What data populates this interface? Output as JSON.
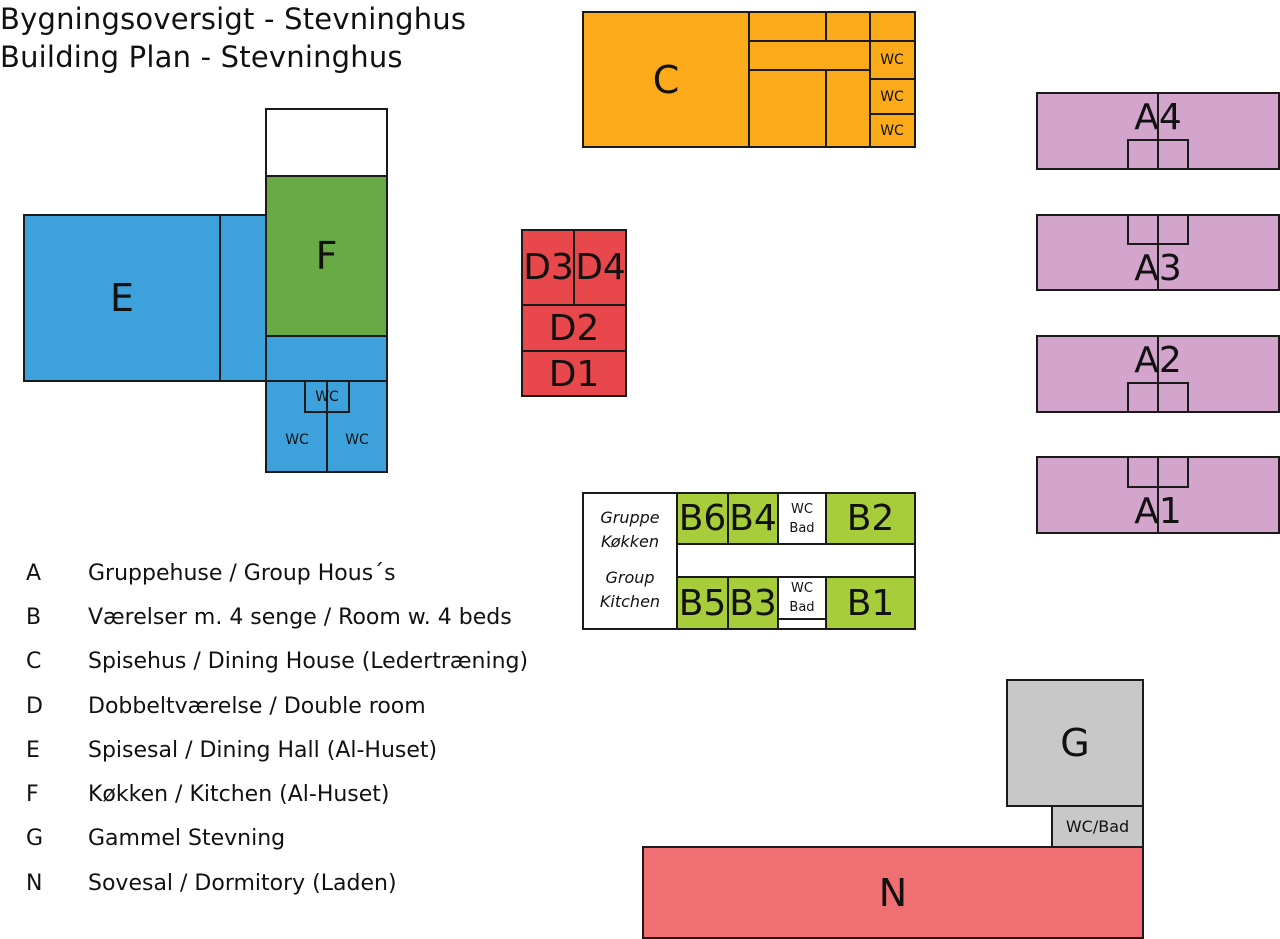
{
  "title": {
    "line1": "Bygningsoversigt - Stevninghus",
    "line2": "Building Plan  - Stevninghus"
  },
  "colors": {
    "A": "#d3a5cc",
    "B": "#a8cd3b",
    "C": "#fbab1a",
    "D": "#e8474b",
    "E": "#3da2dc",
    "F": "#6aaa44",
    "G": "#c8c8c8",
    "N": "#f06f73"
  },
  "buildings": {
    "C": "C",
    "E": "E",
    "F": "F",
    "G": "G",
    "N": "N",
    "A1": "A1",
    "A2": "A2",
    "A3": "A3",
    "A4": "A4",
    "D1": "D1",
    "D2": "D2",
    "D3": "D3",
    "D4": "D4",
    "B1": "B1",
    "B2": "B2",
    "B3": "B3",
    "B4": "B4",
    "B5": "B5",
    "B6": "B6"
  },
  "rooms": {
    "wc": "WC",
    "bad": "Bad",
    "wc_bad": "WC/Bad",
    "gruppe": "Gruppe",
    "kokken": "Køkken",
    "group": "Group",
    "kitchen": "Kitchen"
  },
  "legend": [
    {
      "key": "A",
      "text": "Gruppehuse / Group Hous´s"
    },
    {
      "key": "B",
      "text": "Værelser m. 4 senge / Room w. 4 beds"
    },
    {
      "key": "C",
      "text": "Spisehus / Dining House (Ledertræning)"
    },
    {
      "key": "D",
      "text": "Dobbeltværelse / Double room"
    },
    {
      "key": "E",
      "text": "Spisesal / Dining Hall (Al-Huset)"
    },
    {
      "key": "F",
      "text": "Køkken / Kitchen (Al-Huset)"
    },
    {
      "key": "G",
      "text": "Gammel Stevning"
    },
    {
      "key": "N",
      "text": "Sovesal / Dormitory (Laden)"
    }
  ]
}
